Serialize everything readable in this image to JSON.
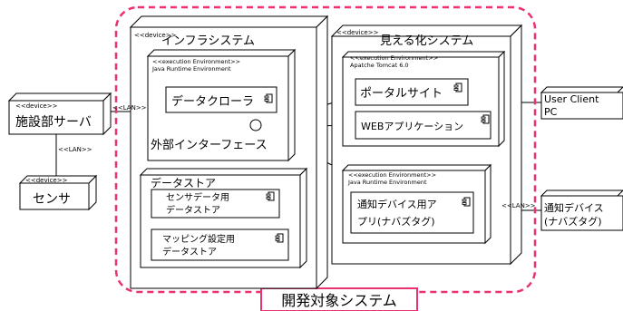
{
  "boundary": {
    "label": "開発対象システム",
    "color": "#e8336e"
  },
  "infra": {
    "stereotype": "<<device>>",
    "title": "インフラシステム",
    "jre": {
      "stereotype": "<<execution Environment>>",
      "name": "Java Runtime Environment"
    },
    "crawler": "データクローラ",
    "interface": "外部インターフェース",
    "datastore": {
      "title": "データストア",
      "sensor_store": [
        "センサデータ用",
        "データストア"
      ],
      "mapping_store": [
        "マッピング設定用",
        "データストア"
      ]
    }
  },
  "viz": {
    "stereotype": "<<device>>",
    "title": "見える化システム",
    "tomcat": {
      "stereotype": "<<execution Environment>>",
      "name": "Apatche Tomcat 6.0"
    },
    "portal": "ポータルサイト",
    "webapp": "WEBアプリケーション",
    "jre": {
      "stereotype": "<<execution Environment>>",
      "name": "Java Runtime Environment"
    },
    "notify_app": [
      "通知デバイス用ア",
      "プリ(ナバズタグ)"
    ]
  },
  "external": {
    "server": {
      "stereotype": "<<device>>",
      "name": "施設部サーバ"
    },
    "sensor": {
      "stereotype": "<<device>>",
      "name": "センサ"
    },
    "client": [
      "User Client",
      "PC"
    ],
    "notify_device": [
      "通知デバイス",
      "(ナバズタグ)"
    ]
  },
  "links": {
    "lan": "<<LAN>>"
  },
  "icons": [
    "component-icon"
  ]
}
